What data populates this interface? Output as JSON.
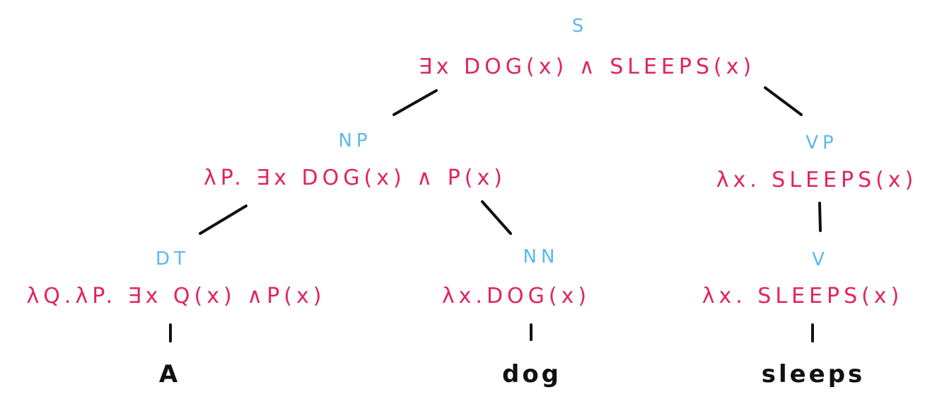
{
  "tree": {
    "s": {
      "category": "S",
      "semantics": "∃x DOG(x) ∧ SLEEPS(x)"
    },
    "np": {
      "category": "NP",
      "semantics": "λP. ∃x DOG(x) ∧ P(x)"
    },
    "vp": {
      "category": "VP",
      "semantics": "λx. SLEEPS(x)"
    },
    "dt": {
      "category": "DT",
      "semantics": "λQ.λP. ∃x Q(x) ∧P(x)",
      "word": "A"
    },
    "nn": {
      "category": "NN",
      "semantics": "λx.DOG(x)",
      "word": "dog"
    },
    "v": {
      "category": "V",
      "semantics": "λx. SLEEPS(x)",
      "word": "sleeps"
    }
  }
}
